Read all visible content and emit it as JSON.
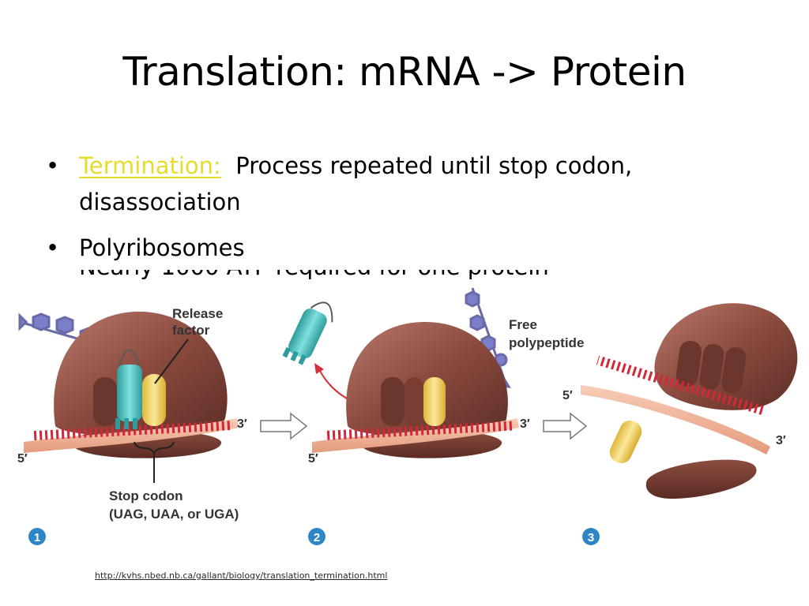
{
  "slide": {
    "title": "Translation: mRNA -> Protein",
    "bullets": [
      {
        "term": "Termination:",
        "text": "Process repeated until stop codon,",
        "continuation": "disassociation"
      },
      {
        "text": "Polyribosomes"
      }
    ],
    "partially_hidden_text": "Nearly 1000 ATP required for one protein",
    "source_url": "http://kvhs.nbed.nb.ca/gallant/biology/translation_termination.html"
  },
  "figure": {
    "labels": {
      "release_factor_1": "Release",
      "release_factor_2": "factor",
      "free_1": "Free",
      "free_2": "polypeptide",
      "stop_codon_1": "Stop codon",
      "stop_codon_2": "(UAG, UAA, or UGA)",
      "five_prime": "5′",
      "three_prime": "3′"
    },
    "steps": [
      "1",
      "2",
      "3"
    ]
  },
  "colors": {
    "ribosome": "#8a4a3e",
    "ribosome_dark": "#5e2e26",
    "trna": "#4fc7c6",
    "release_factor": "#f2d45a",
    "mrna": "#f1b49a",
    "codon_ticks": "#d3283a",
    "peptide": "#7b7fc9",
    "step_badge": "#2f86c6",
    "bullet_term": "#e6dd2a"
  }
}
